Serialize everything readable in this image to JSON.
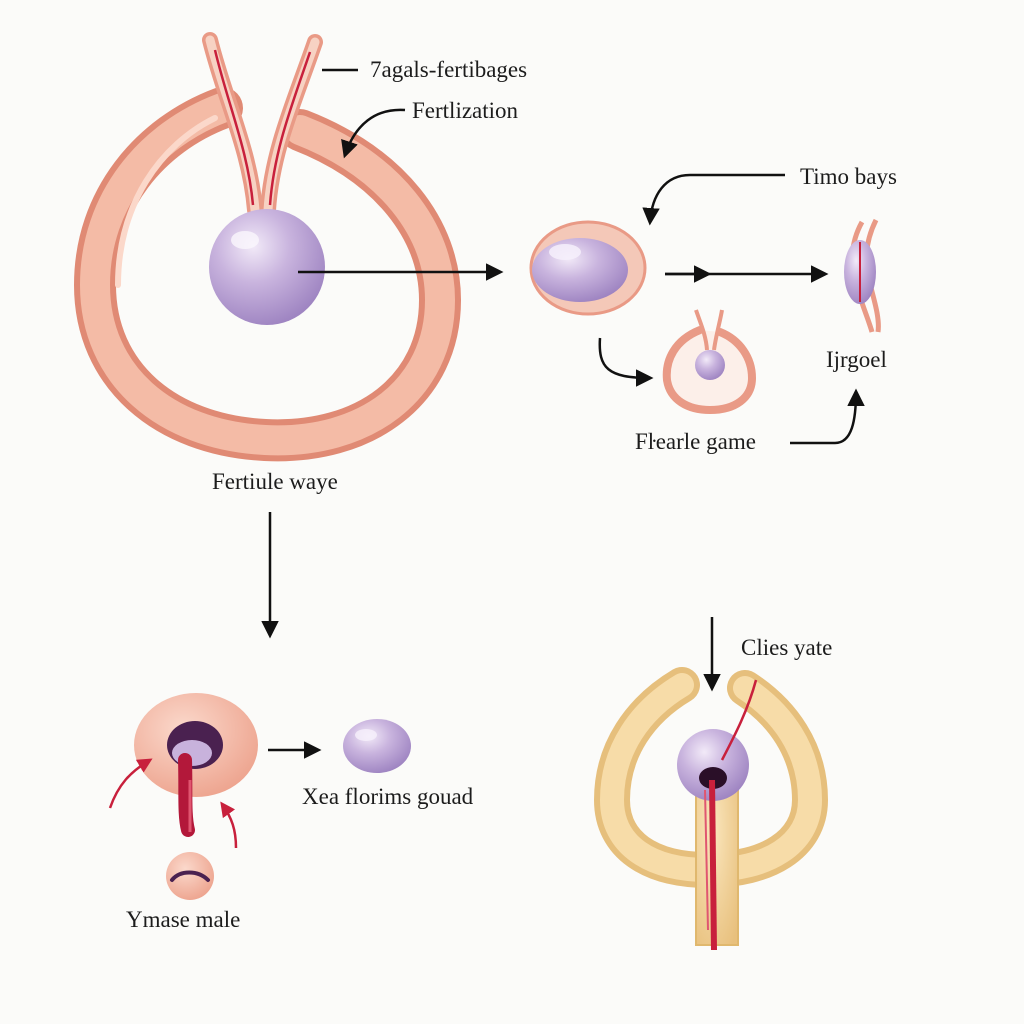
{
  "labels": {
    "top_left": "7agals-fertibages",
    "fertilization": "Fertlization",
    "timo_bays": "Timo bays",
    "fertiule_waye": "Fertiule waye",
    "ijrgoel": "Ijrgoel",
    "female_game": "Fŀearle game",
    "clies_yate": "Clies yate",
    "xea_florims": "Xea florims gouad",
    "ymase_male": "Ymase male"
  },
  "colors": {
    "tube_outer": "#e99a86",
    "tube_fill": "#f3b9a4",
    "ovum": "#c8b2dc",
    "ovum_highlight": "#efe6f6",
    "duct_red": "#c8203c",
    "yellow_tube": "#f1d39b",
    "arrow": "#111111"
  }
}
